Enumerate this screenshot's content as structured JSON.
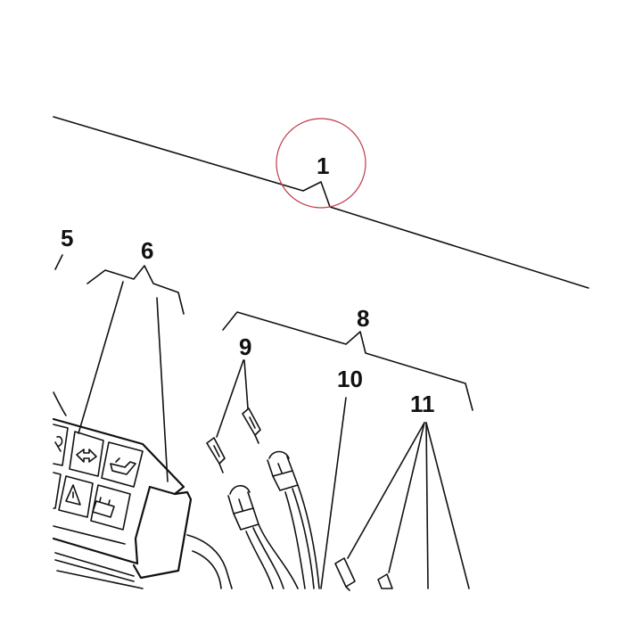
{
  "callouts": {
    "c1": "1",
    "c5": "5",
    "c6": "6",
    "c8": "8",
    "c9": "9",
    "c10": "10",
    "c11": "11"
  },
  "colors": {
    "line": "#111111",
    "highlight_circle": "#c0394b",
    "background": "#ffffff"
  },
  "icons": {
    "panel_top_left": "bulb-icon",
    "panel_top_middle": "turn-signal-icon",
    "panel_top_right": "oil-can-icon",
    "panel_bottom_left": "warning-triangle-icon",
    "panel_bottom_middle": "battery-icon"
  }
}
